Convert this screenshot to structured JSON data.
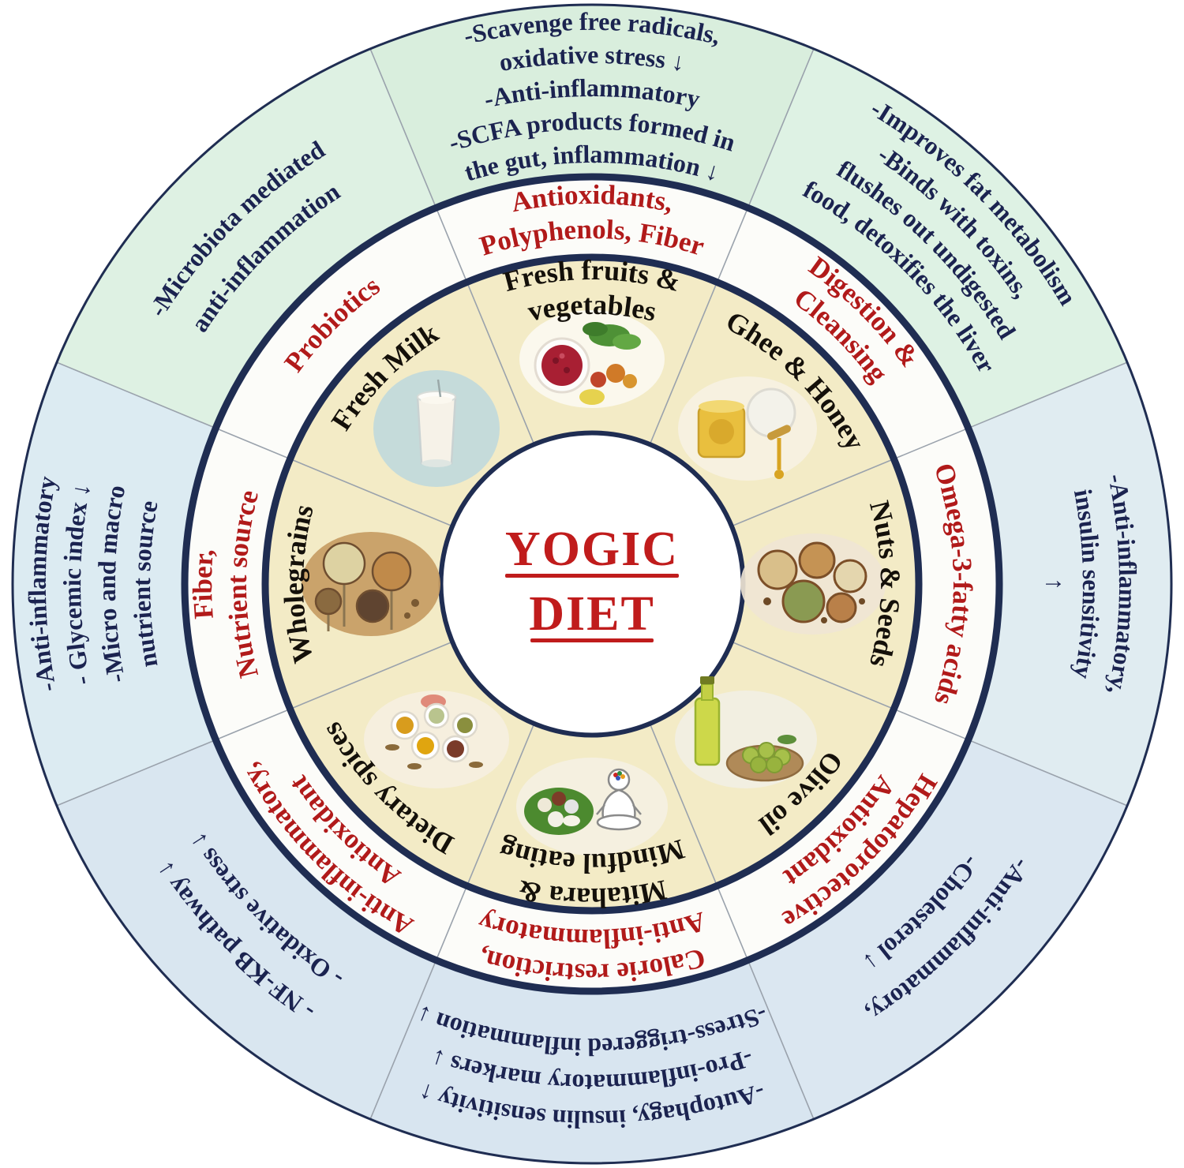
{
  "title": {
    "line1": "YOGIC",
    "line2": "DIET"
  },
  "colors": {
    "ring_border": "#1f2d52",
    "divider": "#9aa2ac",
    "middle_ring_bg": "#fcfcf9",
    "inner_ring_bg": "#f3ebc6",
    "center_bg": "#ffffff",
    "title_red": "#c01c1c",
    "label_red": "#b11a1a",
    "effect_navy": "#1b2350"
  },
  "segments": [
    {
      "name": "fresh-fruits-vegetables",
      "outer_color": "#d9eedd",
      "food_label_lines": [
        "Fresh fruits &",
        "vegetables"
      ],
      "property_lines": [
        "Antioxidants,",
        "Polyphenols, Fiber"
      ],
      "effect_lines": [
        "-Scavenge free radicals,",
        "oxidative stress ↓",
        "-Anti-inflammatory",
        "-SCFA products formed in",
        "the gut, inflammation ↓"
      ],
      "image": "fruits-vegetables-photo"
    },
    {
      "name": "ghee-honey",
      "outer_color": "#def2e4",
      "food_label_lines": [
        "Ghee & Honey"
      ],
      "property_lines": [
        "Digestion &",
        "Cleansing"
      ],
      "effect_lines": [
        "-Improves fat metabolism",
        "-Binds with toxins,",
        "flushes out undigested",
        "food, detoxifies the liver"
      ],
      "image": "ghee-honey-photo"
    },
    {
      "name": "nuts-seeds",
      "outer_color": "#e0ecf1",
      "food_label_lines": [
        "Nuts & Seeds"
      ],
      "property_lines": [
        "Omega-3-fatty acids"
      ],
      "effect_lines": [
        "-Anti-inflammatory,",
        "insulin sensitivity",
        "↑"
      ],
      "image": "nuts-seeds-photo"
    },
    {
      "name": "olive-oil",
      "outer_color": "#dbe7f1",
      "food_label_lines": [
        "Olive oil"
      ],
      "property_lines": [
        "Hepatoprotective",
        "Antioxidant"
      ],
      "effect_lines": [
        "-Anti-inflammatory,",
        "-Cholesterol ↓"
      ],
      "image": "olive-oil-photo"
    },
    {
      "name": "mitahara-mindful-eating",
      "outer_color": "#d8e5f0",
      "food_label_lines": [
        "Mitahara &",
        "Mindful eating"
      ],
      "property_lines": [
        "Calorie restriction,",
        "Anti-inflammatory"
      ],
      "effect_lines": [
        "-Autophagy, insulin sensitivity ↑",
        "-Pro-inflammatory markers ↓",
        "-Stress-triggered inflammation ↓"
      ],
      "image": "mindful-eating-photo"
    },
    {
      "name": "dietary-spices",
      "outer_color": "#d9e6f0",
      "food_label_lines": [
        "Dietary spices"
      ],
      "property_lines": [
        "Anti-inflammatory,",
        "Antioxidant"
      ],
      "effect_lines": [
        "- NF-KB pathway ↓",
        "- Oxidative stress ↓"
      ],
      "image": "dietary-spices-photo"
    },
    {
      "name": "wholegrains",
      "outer_color": "#dcebf2",
      "food_label_lines": [
        "Wholegrains"
      ],
      "property_lines": [
        "Fiber,",
        "Nutrient source"
      ],
      "effect_lines": [
        "-Anti-inflammatory",
        "- Glycemic index ↓",
        "-Micro and macro",
        "nutrient source"
      ],
      "image": "wholegrains-photo"
    },
    {
      "name": "fresh-milk",
      "outer_color": "#def1e3",
      "food_label_lines": [
        "Fresh Milk"
      ],
      "property_lines": [
        "Probiotics"
      ],
      "effect_lines": [
        "-Microbiota mediated",
        "anti-inflammation"
      ],
      "image": "fresh-milk-photo"
    }
  ]
}
